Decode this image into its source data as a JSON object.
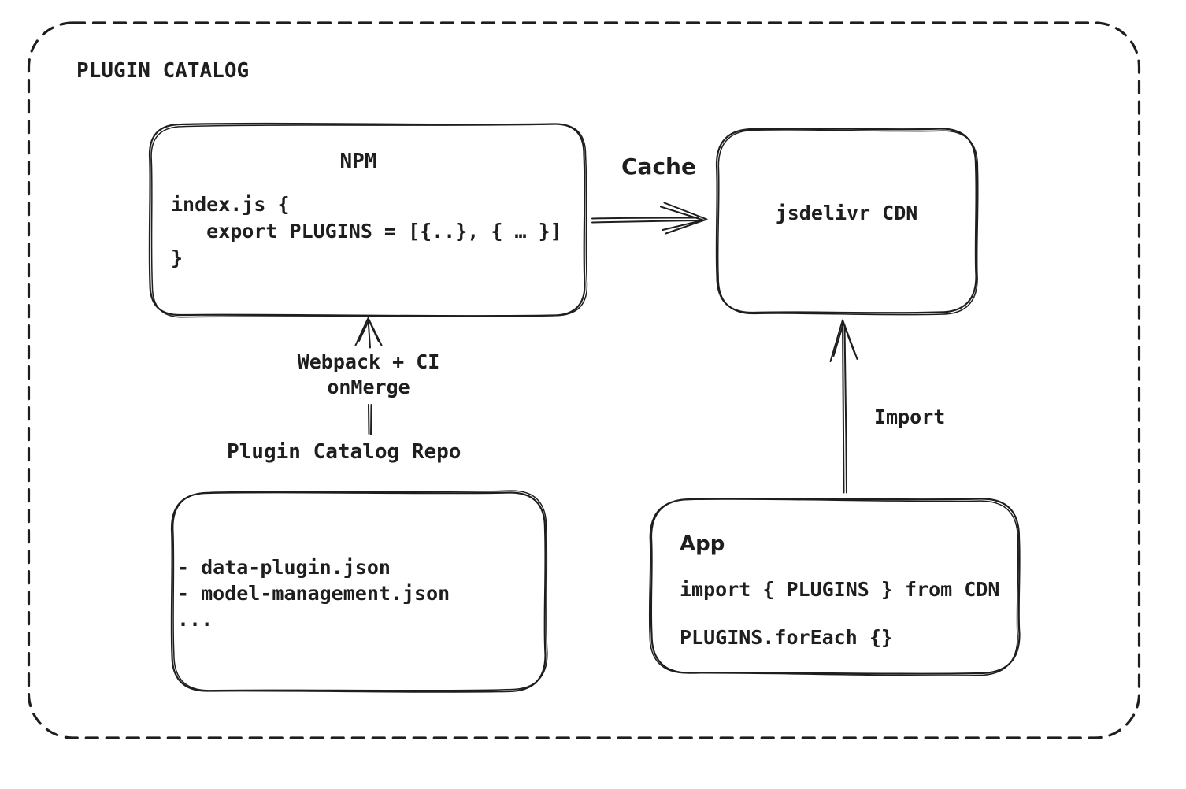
{
  "title": "PLUGIN CATALOG",
  "colors": {
    "ink": "#1e1e1e",
    "background": "#ffffff"
  },
  "nodes": {
    "npm": {
      "title": "NPM",
      "code": "index.js {\n   export PLUGINS = [{..}, { … }]\n}"
    },
    "cdn": {
      "title": "jsdelivr CDN"
    },
    "repo": {
      "label": "Plugin Catalog Repo",
      "files": "- data-plugin.json\n- model-management.json\n..."
    },
    "app": {
      "title": "App",
      "import_line": "import { PLUGINS } from CDN",
      "foreach_line": "PLUGINS.forEach {}"
    }
  },
  "edges": {
    "cache": {
      "label": "Cache",
      "from": "NPM",
      "to": "jsdelivr CDN"
    },
    "build": {
      "label": "Webpack + CI\nonMerge",
      "from": "Plugin Catalog Repo",
      "to": "NPM"
    },
    "import": {
      "label": "Import",
      "from": "App",
      "to": "jsdelivr CDN"
    }
  }
}
